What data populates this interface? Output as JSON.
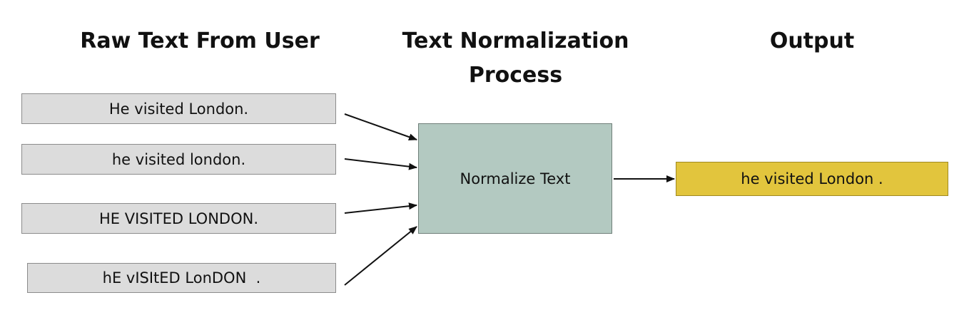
{
  "headings": {
    "input": "Raw Text From User",
    "process": "Text Normalization Process",
    "output": "Output"
  },
  "inputs": [
    "He visited London.",
    "he visited london.",
    "HE VISITED LONDON.",
    "hE vISItED LonDON  ."
  ],
  "process": {
    "label": "Normalize Text"
  },
  "output": {
    "label": "he visited London ."
  },
  "colors": {
    "input_fill": "#dcdcdc",
    "process_fill": "#b3c9c1",
    "output_fill": "#e2c53d",
    "arrow": "#111111"
  }
}
